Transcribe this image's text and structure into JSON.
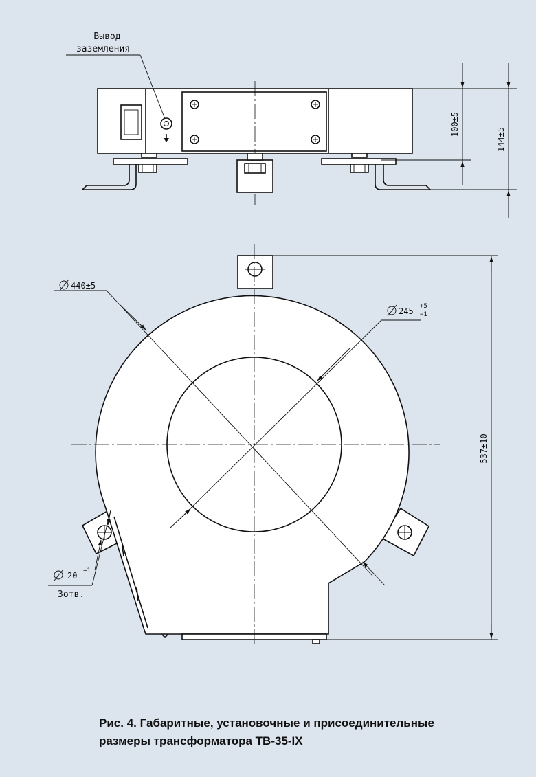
{
  "top_view": {
    "grounding_label_line1": "Вывод",
    "grounding_label_line2": "заземления",
    "dim_height_100": "100±5",
    "dim_height_144": "144±5"
  },
  "front_view": {
    "dim_outer_diameter": "440±5",
    "dim_inner_diameter": "245",
    "dim_inner_tol_upper": "+5",
    "dim_inner_tol_lower": "−1",
    "dim_overall_height": "537±10",
    "dim_hole_diameter": "20",
    "dim_hole_tol": "+1",
    "dim_hole_count": "3отв."
  },
  "caption": {
    "line1": "Рис. 4. Габаритные, установочные и присоединительные",
    "line2": "размеры трансформатора ТВ-35-IX"
  },
  "colors": {
    "background": "#dce5ee",
    "line": "#111111",
    "fill": "#ffffff"
  }
}
